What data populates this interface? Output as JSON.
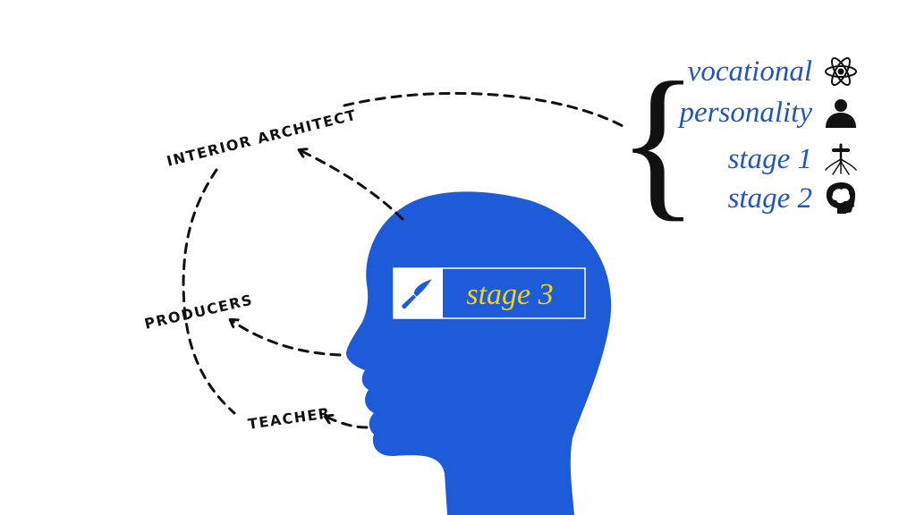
{
  "careers": {
    "interior_architect": "INTERIOR ARCHITECT",
    "producers": "PRODUCERS",
    "teacher": "TEACHER"
  },
  "list": {
    "items": [
      {
        "label": "vocational",
        "icon": "atom-icon"
      },
      {
        "label": "personality",
        "icon": "person-silhouette-icon"
      },
      {
        "label": "stage 1",
        "icon": "root-icon"
      },
      {
        "label": "stage 2",
        "icon": "head-brain-icon"
      }
    ],
    "color": "#2255c4"
  },
  "head": {
    "color": "#1e5bd8",
    "stage_label": "stage 3",
    "stage_label_color": "#f4d21a",
    "badge_icon": "feather-knife-icon"
  }
}
